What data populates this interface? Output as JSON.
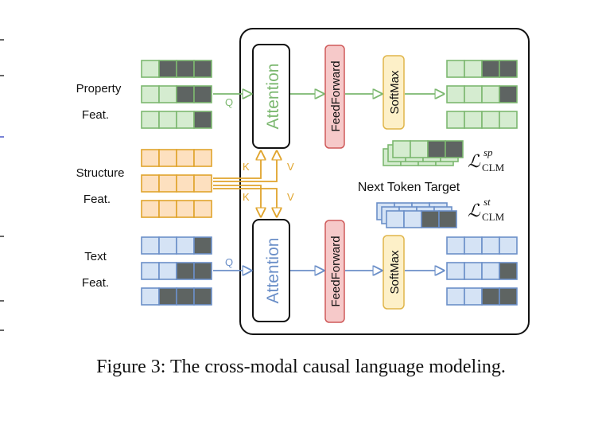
{
  "inputs": {
    "property": {
      "line1": "Property",
      "line2": "Feat."
    },
    "structure": {
      "line1": "Structure",
      "line2": "Feat."
    },
    "text": {
      "line1": "Text",
      "line2": "Feat."
    }
  },
  "blocks": {
    "attention": "Attention",
    "feedforward": "FeedForward",
    "softmax": "SoftMax"
  },
  "arrow_labels": {
    "q": "Q",
    "k": "K",
    "v": "V"
  },
  "target": {
    "title": "Next Token Target",
    "loss_base": "ℒ",
    "loss_sub": "CLM",
    "loss_sup_property": "sp",
    "loss_sup_text": "st"
  },
  "caption": "Figure 3: The cross-modal causal language modeling.",
  "colors": {
    "green_fill": "#d5ecd0",
    "green_stroke": "#7cb870",
    "orange_fill": "#fde0bf",
    "orange_stroke": "#e0a42c",
    "blue_fill": "#d5e3f5",
    "blue_stroke": "#6b8fc8",
    "dark_cell": "#5e6462",
    "feedforward_fill": "#f6c9c9",
    "feedforward_stroke": "#cf5a5a",
    "softmax_fill": "#fdf0c8",
    "softmax_stroke": "#e0b54a"
  }
}
